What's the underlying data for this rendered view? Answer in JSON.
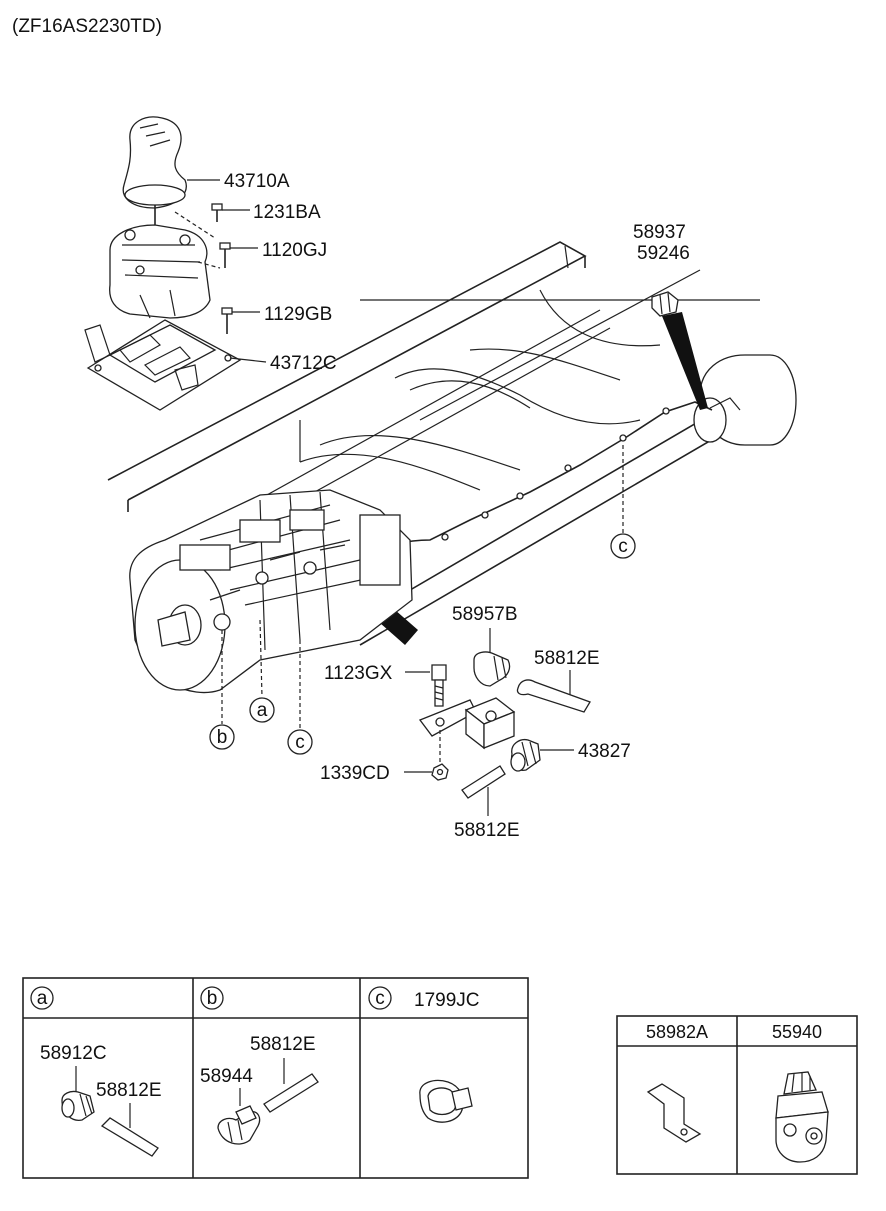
{
  "model_code": "(ZF16AS2230TD)",
  "labels": {
    "knob": "43710A",
    "screw1": "1231BA",
    "screw2": "1120GJ",
    "screw3": "1129GB",
    "bracket": "43712C",
    "fitting_top_a": "58937",
    "fitting_top_b": "59246",
    "elbow": "58957B",
    "hose_right": "58812E",
    "bolt": "1123GX",
    "connector": "43827",
    "nut": "1339CD",
    "hose_bottom": "58812E"
  },
  "callouts": {
    "a": "a",
    "b": "b",
    "c_left": "c",
    "c_right": "c"
  },
  "table_abc": {
    "col_a": {
      "tag": "a",
      "parts": [
        "58912C",
        "58812E"
      ]
    },
    "col_b": {
      "tag": "b",
      "parts": [
        "58812E",
        "58944"
      ]
    },
    "col_c": {
      "tag": "c",
      "header": "1799JC"
    }
  },
  "table_right": {
    "headers": [
      "58982A",
      "55940"
    ]
  }
}
